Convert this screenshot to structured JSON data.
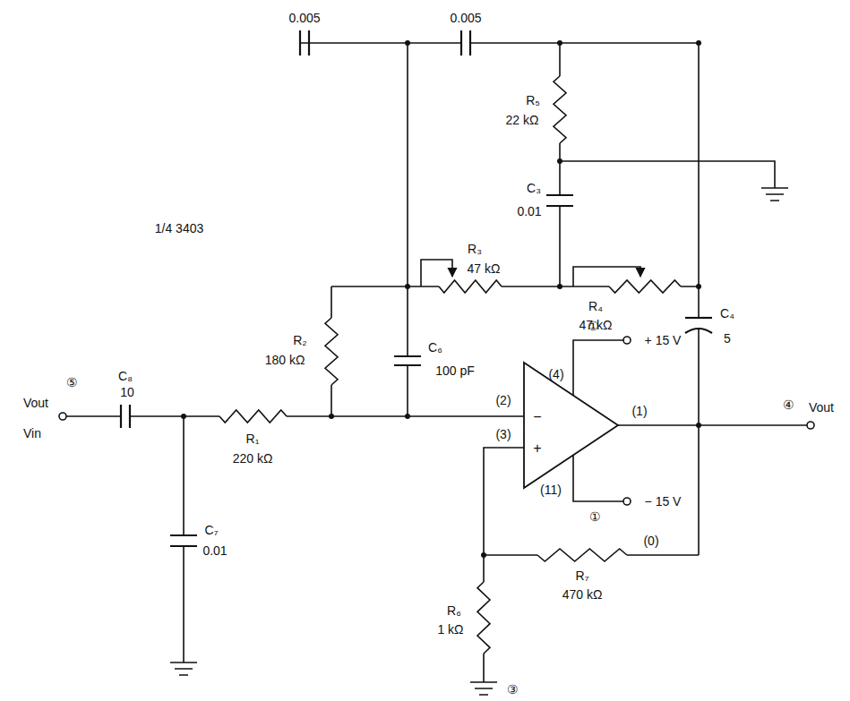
{
  "diagram": {
    "labels": [
      "0.005",
      "0.005",
      "R₅",
      "22 kΩ",
      "C₃",
      "0.01",
      "R₃",
      "47 kΩ",
      "R₄",
      "47 kΩ",
      "C₄",
      "5",
      "1/4 3403",
      "R₂",
      "180 kΩ",
      "C₆",
      "100 pF",
      "C₈",
      "10",
      "⑤",
      "Vout",
      "Vin",
      "R₁",
      "220 kΩ",
      "(2)",
      "−",
      "(3)",
      "+",
      "(4)",
      "①",
      "+ 15 V",
      "(1)",
      "④",
      "Vout",
      "(11)",
      "①",
      "− 15 V",
      "(0)",
      "C₇",
      "0.01",
      "R₇",
      "470 kΩ",
      "R₆",
      "1 kΩ",
      "③"
    ]
  }
}
